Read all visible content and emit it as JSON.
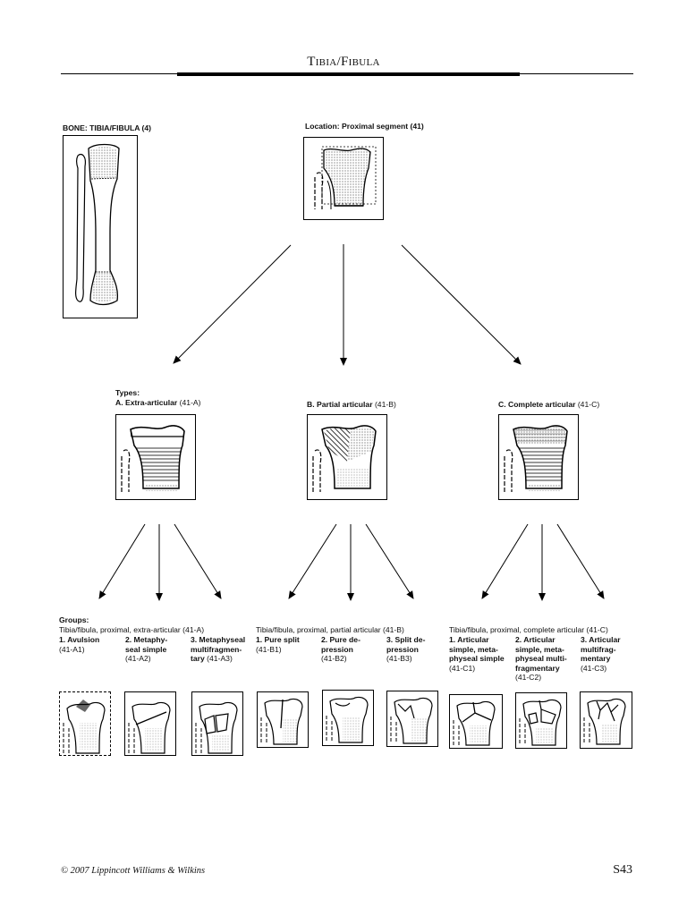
{
  "header": {
    "title": "Tibia/Fibula",
    "footer_copyright": "© 2007 Lippincott Williams & Wilkins",
    "page_number": "S43"
  },
  "bone": {
    "label": "BONE: TIBIA/FIBULA (4)"
  },
  "location": {
    "label": "Location: Proximal segment (41)"
  },
  "types": {
    "heading": "Types:",
    "a": {
      "label_bold": "A. Extra-articular",
      "code": " (41-A)"
    },
    "b": {
      "label_bold": "B. Partial articular",
      "code": " (41-B)"
    },
    "c": {
      "label_bold": "C. Complete articular",
      "code": " (41-C)"
    }
  },
  "groups": {
    "heading": "Groups:",
    "a": {
      "title": "Tibia/fibula, proximal, extra-articular (41-A)",
      "items": [
        {
          "l1": "1. Avulsion",
          "l2": "",
          "l3": "",
          "code": "(41-A1)"
        },
        {
          "l1": "2. Metaphy-",
          "l2": "seal simple",
          "l3": "",
          "code": "(41-A2)"
        },
        {
          "l1": "3. Metaphyseal",
          "l2": "multifragmen-",
          "l3": "tary",
          "code": "(41-A3)"
        }
      ]
    },
    "b": {
      "title": "Tibia/fibula, proximal, partial articular (41-B)",
      "items": [
        {
          "l1": "1. Pure split",
          "l2": "",
          "l3": "",
          "code": "(41-B1)"
        },
        {
          "l1": "2. Pure de-",
          "l2": "pression",
          "l3": "",
          "code": "(41-B2)"
        },
        {
          "l1": "3. Split de-",
          "l2": "pression",
          "l3": "",
          "code": "(41-B3)"
        }
      ]
    },
    "c": {
      "title": "Tibia/fibula, proximal, complete articular (41-C)",
      "items": [
        {
          "l1": "1. Articular",
          "l2": "simple, meta-",
          "l3": "physeal simple",
          "code": "(41-C1)"
        },
        {
          "l1": "2. Articular",
          "l2": "simple, meta-",
          "l3": "physeal multi-",
          "l4": "fragmentary",
          "code": "(41-C2)"
        },
        {
          "l1": "3. Articular",
          "l2": "multifrag-",
          "l3": "mentary",
          "code": "(41-C3)"
        }
      ]
    }
  }
}
